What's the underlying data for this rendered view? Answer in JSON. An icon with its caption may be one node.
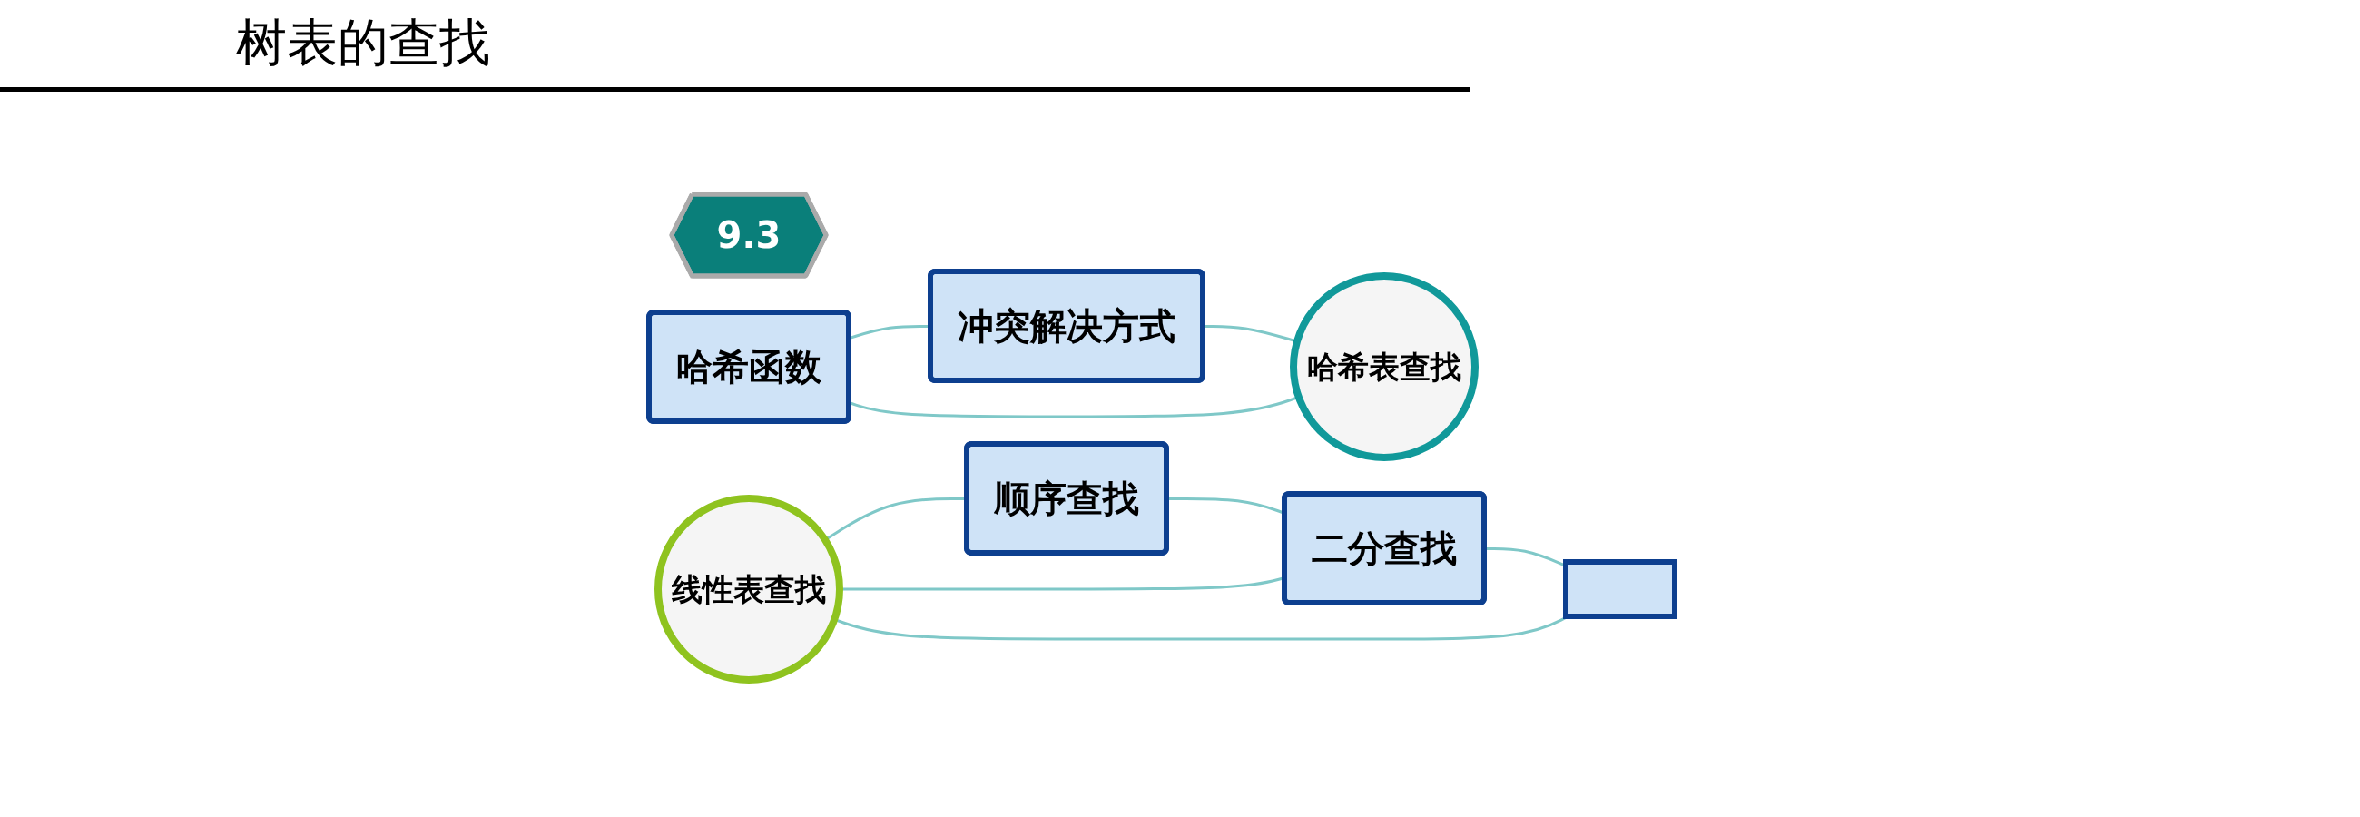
{
  "diagram": {
    "title": "树表的查找",
    "nodes": [
      {
        "text": [
          "9.3"
        ]
      },
      {
        "text": [
          "线性表查找"
        ]
      },
      {
        "text": [
          "顺序查找"
        ]
      },
      {
        "text": [
          "二分查找"
        ]
      },
      {
        "text": [],
        "shape": "box"
      },
      {
        "text": [
          "哈希函数"
        ]
      },
      {
        "text": [
          "冲突解决方式"
        ]
      },
      {
        "text": [
          "哈希表查找"
        ]
      }
    ],
    "edges": [
      {
        "from": 1,
        "to": 2,
        "arrow": "none"
      },
      {
        "from": 1,
        "to": 3,
        "arrow": "none"
      },
      {
        "from": 1,
        "to": 4,
        "arrow": "none"
      },
      {
        "from": 2,
        "to": 3,
        "arrow": "none"
      },
      {
        "from": 3,
        "to": 4,
        "arrow": "none"
      },
      {
        "from": 5,
        "to": 6,
        "arrow": "none"
      },
      {
        "from": 5,
        "to": 7,
        "arrow": "none"
      },
      {
        "from": 6,
        "to": 7,
        "arrow": "none"
      }
    ]
  }
}
